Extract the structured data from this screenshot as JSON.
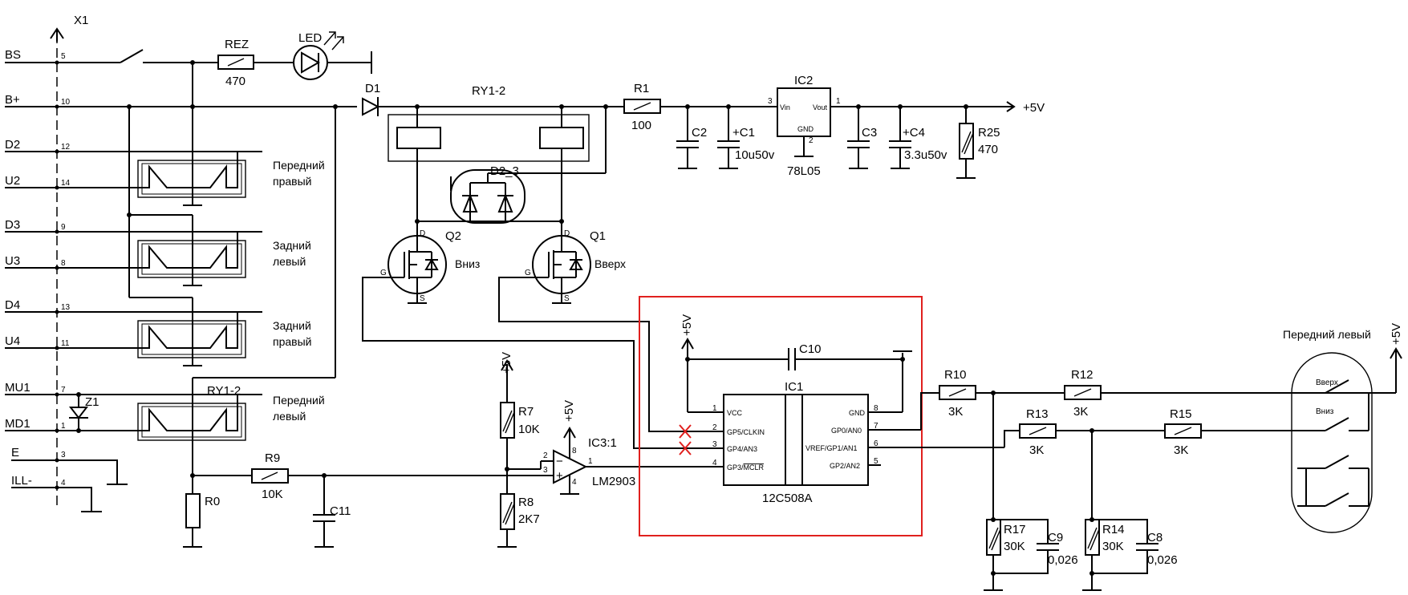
{
  "connector": {
    "name": "X1",
    "signals": [
      {
        "label": "BS",
        "pin": "5"
      },
      {
        "label": "B+",
        "pin": "10"
      },
      {
        "label": "D2",
        "pin": "12"
      },
      {
        "label": "U2",
        "pin": "14"
      },
      {
        "label": "D3",
        "pin": "9"
      },
      {
        "label": "U3",
        "pin": "8"
      },
      {
        "label": "D4",
        "pin": "13"
      },
      {
        "label": "U4",
        "pin": "11"
      },
      {
        "label": "MU1",
        "pin": "7"
      },
      {
        "label": "MD1",
        "pin": "1"
      },
      {
        "label": "E",
        "pin": "3"
      },
      {
        "label": "ILL-",
        "pin": "4"
      }
    ]
  },
  "switches": {
    "sw1": [
      "Передний",
      "правый"
    ],
    "sw2": [
      "Задний",
      "левый"
    ],
    "sw3": [
      "Задний",
      "правый"
    ],
    "sw4": [
      "Передний",
      "левый"
    ]
  },
  "parts": {
    "rez": {
      "name": "REZ",
      "value": "470"
    },
    "led": "LED",
    "d1": "D1",
    "relay": "RY1-2",
    "relay_contact": "RY1-2",
    "r1": {
      "name": "R1",
      "value": "100"
    },
    "c2": "C2",
    "c1": {
      "name": "+C1",
      "value": "10u50v"
    },
    "ic2": {
      "name": "IC2",
      "part": "78L05",
      "vin": "Vin",
      "vout": "Vout",
      "gnd": "GND",
      "pin_vin": "3",
      "pin_vout": "1",
      "pin_gnd": "2"
    },
    "c3": "C3",
    "c4": {
      "name": "+C4",
      "value": "3.3u50v"
    },
    "r25": {
      "name": "R25",
      "value": "470"
    },
    "supply": "+5V",
    "d23": "D2_3",
    "q2": {
      "name": "Q2",
      "note": "Вниз",
      "g": "G",
      "d": "D",
      "s": "S"
    },
    "q1": {
      "name": "Q1",
      "note": "Вверх",
      "g": "G",
      "d": "D",
      "s": "S"
    },
    "z1": "Z1",
    "r9": {
      "name": "R9",
      "value": "10K"
    },
    "r0": "R0",
    "c11": "C11",
    "r7": {
      "name": "R7",
      "value": "10K"
    },
    "r8": {
      "name": "R8",
      "value": "2K7"
    },
    "ic3": {
      "name": "IC3:1",
      "part": "LM2903",
      "pin_minus": "2",
      "pin_plus": "3",
      "pin_out": "1",
      "pin_vcc": "8",
      "pin_gnd": "4",
      "minus": "−",
      "plus": "+"
    },
    "c10": "C10",
    "ic1": {
      "name": "IC1",
      "part": "12C508A",
      "left_pins": [
        {
          "num": "1",
          "label": "VCC"
        },
        {
          "num": "2",
          "label": "GP5/CLKIN"
        },
        {
          "num": "3",
          "label": "GP4/AN3"
        },
        {
          "num": "4",
          "label": "GP3/",
          "overline": "MCLR"
        }
      ],
      "right_pins": [
        {
          "num": "8",
          "label": "GND"
        },
        {
          "num": "7",
          "label": "GP0/AN0"
        },
        {
          "num": "6",
          "label": "VREF/GP1/AN1"
        },
        {
          "num": "5",
          "label": "GP2/AN2"
        }
      ]
    },
    "r10": {
      "name": "R10",
      "value": "3K"
    },
    "r12": {
      "name": "R12",
      "value": "3K"
    },
    "r13": {
      "name": "R13",
      "value": "3K"
    },
    "r15": {
      "name": "R15",
      "value": "3K"
    },
    "r17": {
      "name": "R17",
      "value": "30K"
    },
    "c9": {
      "name": "C9",
      "value": "0,026"
    },
    "r14": {
      "name": "R14",
      "value": "30K"
    },
    "c8": {
      "name": "C8",
      "value": "0,026"
    },
    "front_left_switch": {
      "title": "Передний левый",
      "up": "Вверх",
      "down": "Вниз"
    }
  }
}
